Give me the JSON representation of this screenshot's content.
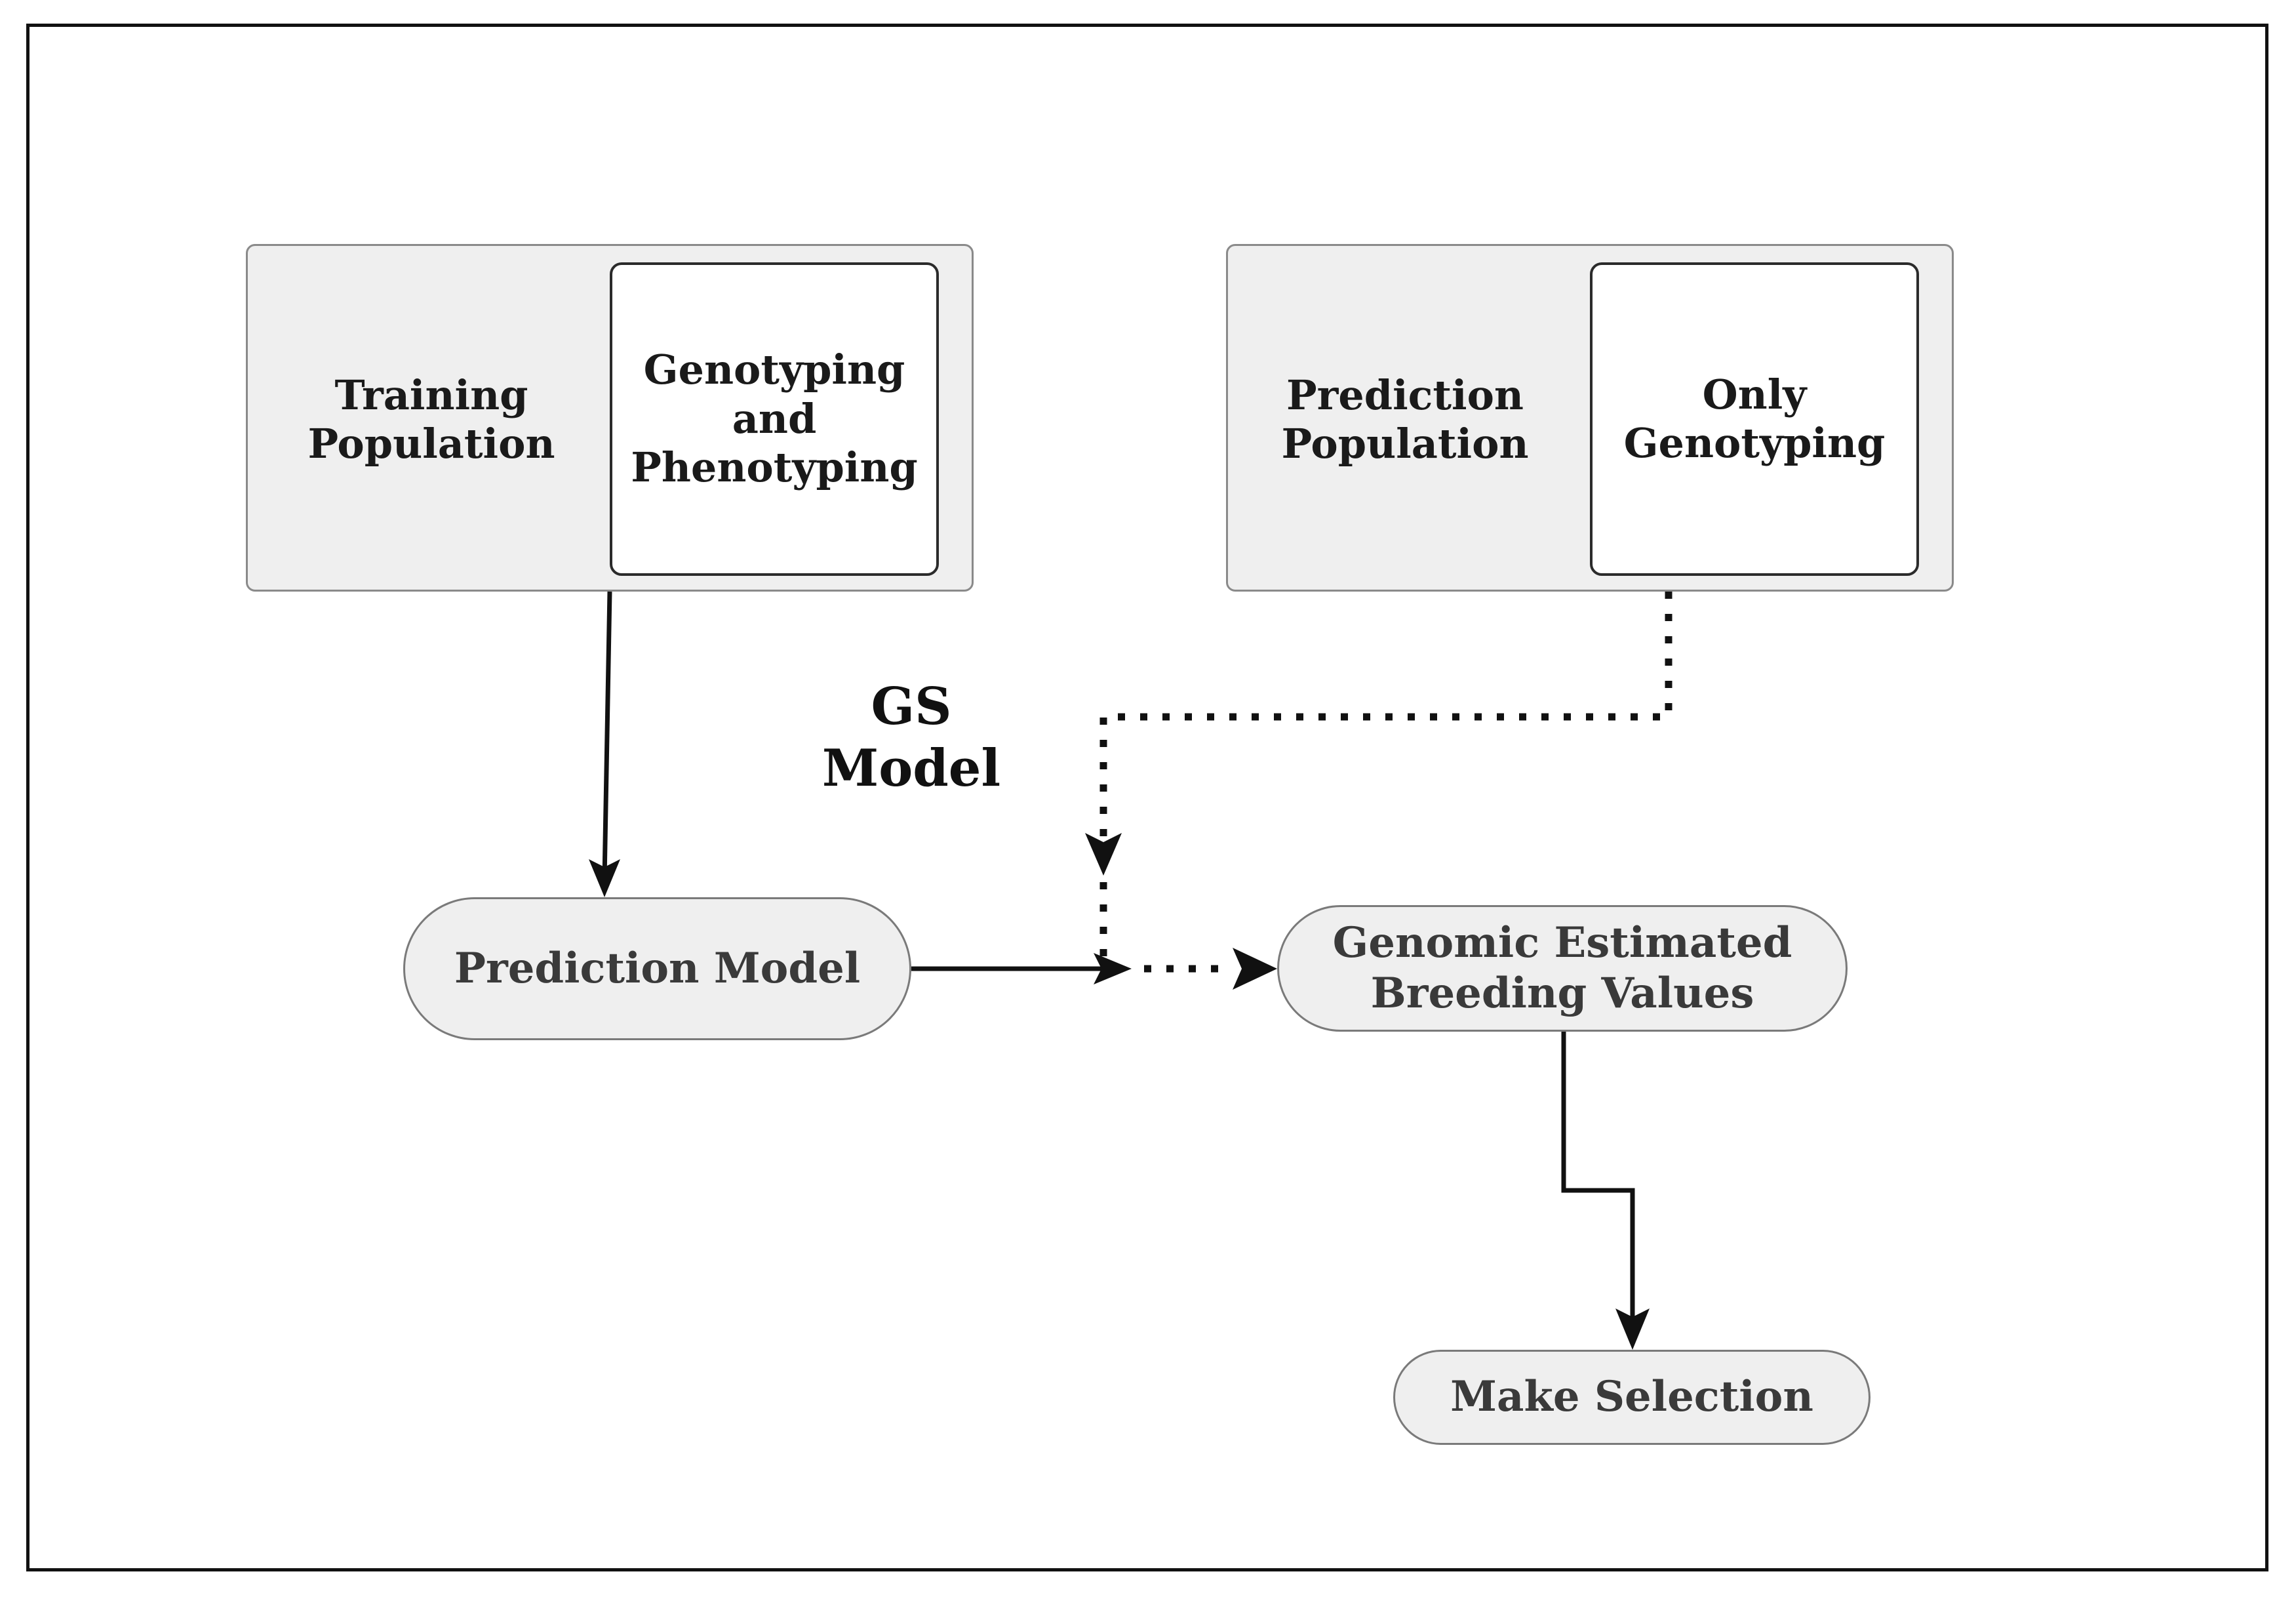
{
  "training_group": {
    "title": "Training\nPopulation",
    "detail": "Genotyping\nand\nPhenotyping"
  },
  "prediction_group": {
    "title": "Prediction\nPopulation",
    "detail": "Only\nGenotyping"
  },
  "gs_model_label": "GS\nModel",
  "prediction_model": "Prediction Model",
  "gebv": "Genomic Estimated\nBreeding Values",
  "make_selection": "Make Selection"
}
